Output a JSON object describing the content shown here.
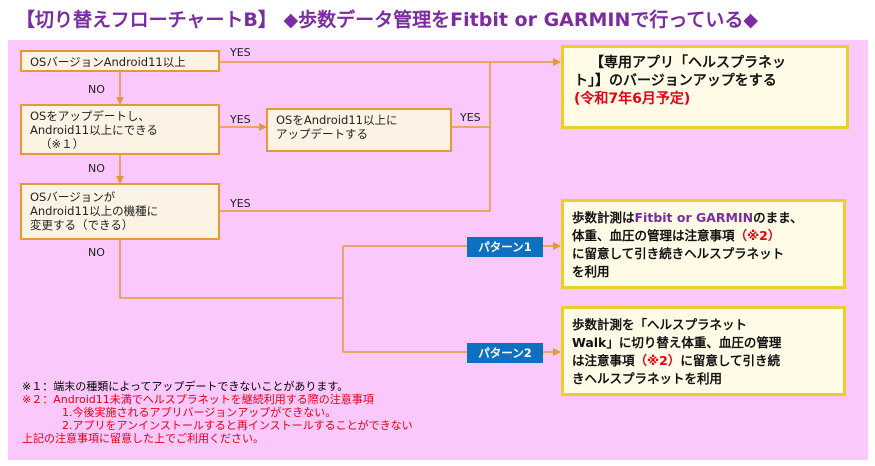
{
  "title": "【切り替えフローチャートB】 ◆歩数データ管理をFitbit or GARMINで行っている◆",
  "colors": {
    "title": "#7b2ca0",
    "panel": "#fbc8fb",
    "box_border": "#e39a36",
    "box_fill": "#fdf3e4",
    "output_border": "#e8cf2b",
    "output_fill": "#fffbe6",
    "badge": "#0e70c0",
    "warning": "#e60012"
  },
  "boxes": {
    "q1": {
      "lines": [
        "OSバージョンAndroid11以上"
      ]
    },
    "q2": {
      "lines": [
        "OSをアップデートし、",
        "Android11以上にできる",
        "（※１）"
      ]
    },
    "q2b": {
      "lines": [
        "OSをAndroid11以上に",
        "アップデートする"
      ]
    },
    "q3": {
      "lines": [
        "OSバージョンが",
        "Android11以上の機種に",
        "変更する（できる）"
      ]
    }
  },
  "labels": {
    "yes": "YES",
    "no": "NO"
  },
  "outputs": {
    "app_update": {
      "line1": "【専用アプリ「ヘルスプラネッ",
      "line2": "ト」】のバージョンアップをする",
      "date": "(令和7年6月予定)"
    },
    "pattern1": {
      "line1_pre": "歩数計測は",
      "line1_brand": "Fitbit or GARMIN",
      "line1_post": "のまま、",
      "line2_pre": "体重、血圧の管理は注意事項",
      "line2_note": "（※2）",
      "line3": "に留意して引き続きヘルスプラネット",
      "line4": "を利用"
    },
    "pattern2": {
      "line1": "歩数計測を「ヘルスプラネット",
      "line2": "Walk」に切り替え体重、血圧の管理",
      "line3_pre": "は注意事項",
      "line3_note": "（※2）",
      "line3_post": "に留意して引き続",
      "line4": "きヘルスプラネットを利用"
    }
  },
  "badges": {
    "pattern1": "パターン1",
    "pattern2": "パターン2"
  },
  "notes": {
    "n1": "※１：端末の種類によってアップデートできないことがあります。",
    "n2": "※２：Android11未満でヘルスプラネットを継続利用する際の注意事項",
    "n2a": "1.今後実施されるアプリバージョンアップができない。",
    "n2b": "2.アプリをアンインストールすると再インストールすることができない",
    "n3": "上記の注意事項に留意した上でご利用ください。"
  }
}
